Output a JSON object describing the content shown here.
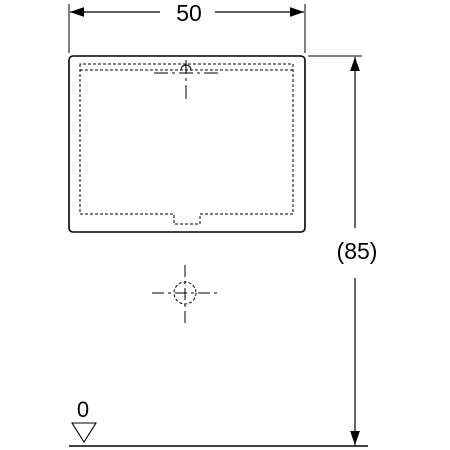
{
  "dimensions": {
    "width_label": "50",
    "height_label": "(85)",
    "floor_label": "0"
  },
  "colors": {
    "line": "#000000",
    "background": "#ffffff"
  }
}
